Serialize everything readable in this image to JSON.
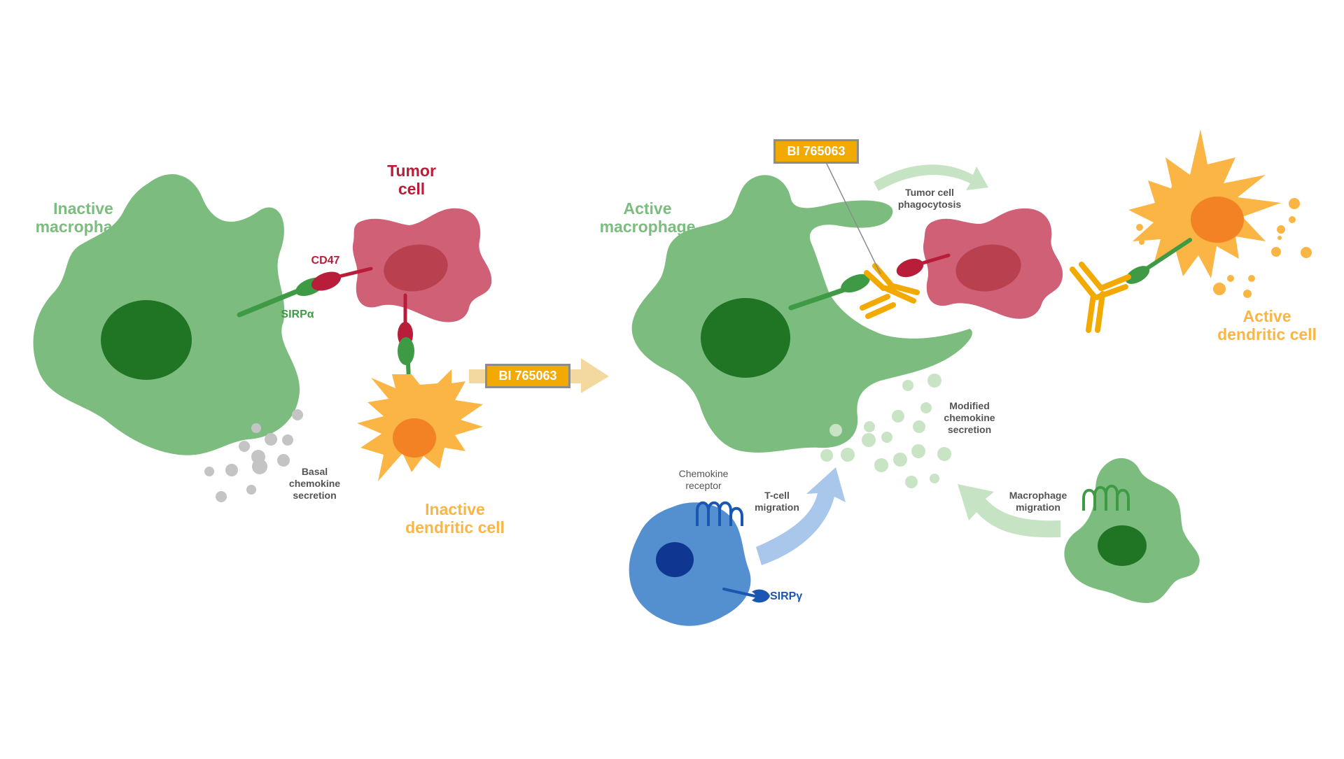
{
  "colors": {
    "macrophage": "#7cbd7f",
    "macrophage_nucleus": "#1f7524",
    "sirp_alpha": "#3f9a45",
    "tumor": "#cf6075",
    "tumor_nucleus": "#b9404f",
    "cd47": "#b81e3a",
    "dendritic": "#fbb545",
    "dendritic_nucleus": "#f28224",
    "tcell": "#5490d0",
    "tcell_nucleus": "#0f3791",
    "tcell_receptor": "#1a56b2",
    "antibody": "#f2a900",
    "chemokine_basal": "#c4c4c4",
    "chemokine_modified": "#c9e4c5",
    "drug_box_fill": "#f2a900",
    "drug_box_border": "#8c8c8c",
    "arrow_tan": "#f3d9a0",
    "arrow_green": "#c6e3c4",
    "arrow_blue": "#a8c7ea",
    "text_dark": "#545454"
  },
  "left_panel": {
    "macrophage_label": [
      "Inactive",
      "macrophage"
    ],
    "tumor_label": [
      "Tumor",
      "cell"
    ],
    "cd47_label": "CD47",
    "sirp_alpha_label": "SIRPα",
    "dendritic_label": [
      "Inactive",
      "dendritic cell"
    ],
    "chemokine_label": [
      "Basal",
      "chemokine",
      "secretion"
    ],
    "drug_label": "BI 765063"
  },
  "right_panel": {
    "macrophage_label": [
      "Active",
      "macrophage"
    ],
    "drug_label": "BI 765063",
    "phagocytosis_label": [
      "Tumor cell",
      "phagocytosis"
    ],
    "dendritic_label": [
      "Active",
      "dendritic cell"
    ],
    "chemokine_label": [
      "Modified",
      "chemokine",
      "secretion"
    ],
    "chemokine_receptor_label": [
      "Chemokine",
      "receptor"
    ],
    "tcell_migration_label": [
      "T-cell",
      "migration"
    ],
    "sirp_gamma_label": "SIRPγ",
    "macrophage_migration_label": [
      "Macrophage",
      "migration"
    ]
  },
  "icons": {
    "macrophage": "macrophage-cell-icon",
    "tumor": "tumor-cell-icon",
    "dendritic": "dendritic-cell-icon",
    "tcell": "t-cell-icon",
    "antibody": "antibody-icon",
    "receptor": "chemokine-receptor-icon"
  }
}
